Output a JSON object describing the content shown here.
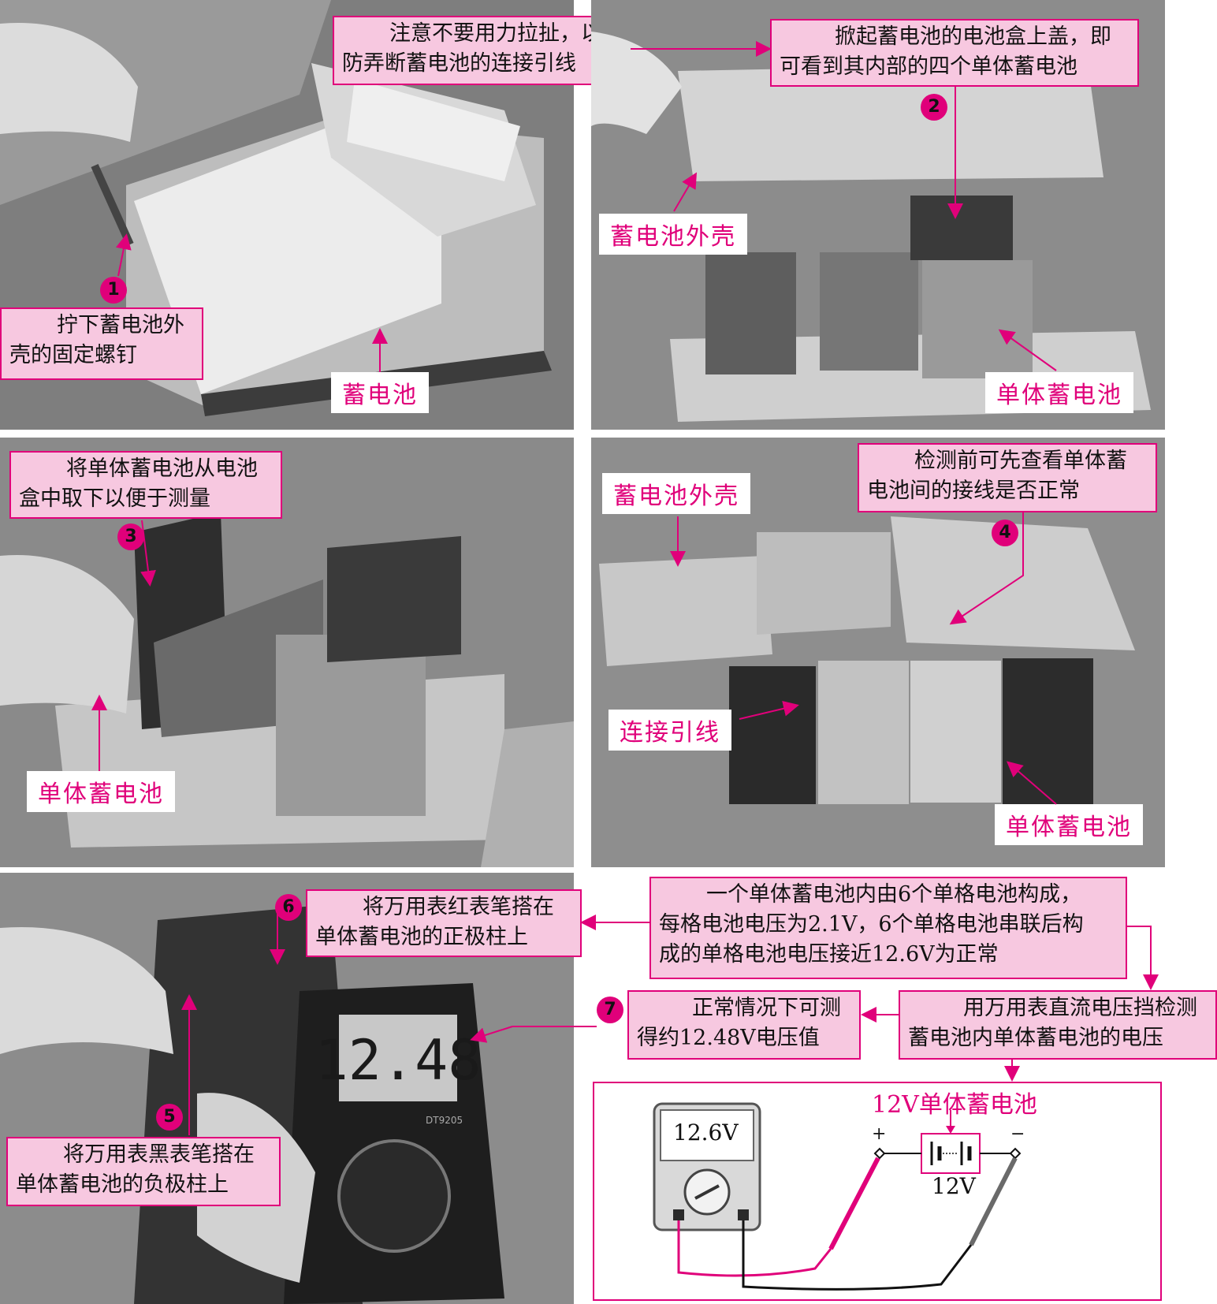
{
  "panels": [
    {
      "id": 1,
      "number": "1",
      "caption_lines": [
        "拧下蓄电池外",
        "壳的固定螺钉"
      ],
      "callout_lines": [
        "注意不要用力拉扯，以",
        "防弄断蓄电池的连接引线"
      ],
      "labels": [
        "蓄电池"
      ]
    },
    {
      "id": 2,
      "number": "2",
      "caption_lines": [
        "掀起蓄电池的电池盒上盖，即",
        "可看到其内部的四个单体蓄电池"
      ],
      "labels": [
        "蓄电池外壳",
        "单体蓄电池"
      ]
    },
    {
      "id": 3,
      "number": "3",
      "caption_lines": [
        "将单体蓄电池从电池",
        "盒中取下以便于测量"
      ],
      "labels": [
        "单体蓄电池"
      ]
    },
    {
      "id": 4,
      "number": "4",
      "caption_lines": [
        "检测前可先查看单体蓄",
        "电池间的接线是否正常"
      ],
      "labels": [
        "蓄电池外壳",
        "连接引线",
        "单体蓄电池"
      ]
    },
    {
      "id": 5,
      "number": "5",
      "caption_lines": [
        "将万用表黑表笔搭在",
        "单体蓄电池的负极柱上"
      ]
    },
    {
      "id": 6,
      "number": "6",
      "caption_lines": [
        "将万用表红表笔搭在",
        "单体蓄电池的正极柱上"
      ],
      "meter_reading": "12.48",
      "meter_model": "DT9205"
    }
  ],
  "info_box_lines": [
    "一个单体蓄电池内由6个单格电池构成，",
    "每格电池电压为2.1V，6个单格电池串联后构",
    "成的单格电池电压接近12.6V为正常"
  ],
  "step7": {
    "number": "7",
    "lines": [
      "正常情况下可测",
      "得约12.48V电压值"
    ]
  },
  "method_box_lines": [
    "用万用表直流电压挡检测",
    "蓄电池内单体蓄电池的电压"
  ],
  "diagram": {
    "title": "12V单体蓄电池",
    "meter_display": "12.6V",
    "battery_label": "12V",
    "plus": "+",
    "minus": "−"
  },
  "colors": {
    "accent": "#e0007a",
    "box_fill": "#f7c8e0"
  }
}
